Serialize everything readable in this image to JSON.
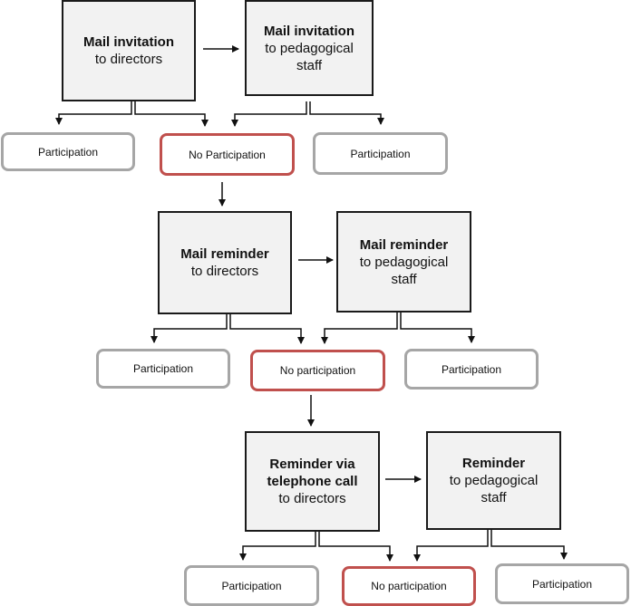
{
  "stages": [
    {
      "director_step": {
        "title": "Mail invitation",
        "subtitle": "to directors"
      },
      "staff_step": {
        "title": "Mail invitation",
        "subtitle": "to pedagogical staff"
      },
      "outcomes": {
        "left": "Participation",
        "middle": "No Participation",
        "right": "Participation"
      }
    },
    {
      "director_step": {
        "title": "Mail reminder",
        "subtitle": "to directors"
      },
      "staff_step": {
        "title": "Mail reminder",
        "subtitle": "to pedagogical staff"
      },
      "outcomes": {
        "left": "Participation",
        "middle": "No participation",
        "right": "Participation"
      }
    },
    {
      "director_step": {
        "title": "Reminder via telephone call",
        "subtitle": "to directors"
      },
      "staff_step": {
        "title": "Reminder",
        "subtitle": "to pedagogical staff"
      },
      "outcomes": {
        "left": "Participation",
        "middle": "No participation",
        "right": "Participation"
      }
    }
  ],
  "colors": {
    "step_fill": "#f2f2f2",
    "step_border": "#1a1a1a",
    "outcome_border": "#a6a6a6",
    "no_participation_border": "#c0504d"
  }
}
